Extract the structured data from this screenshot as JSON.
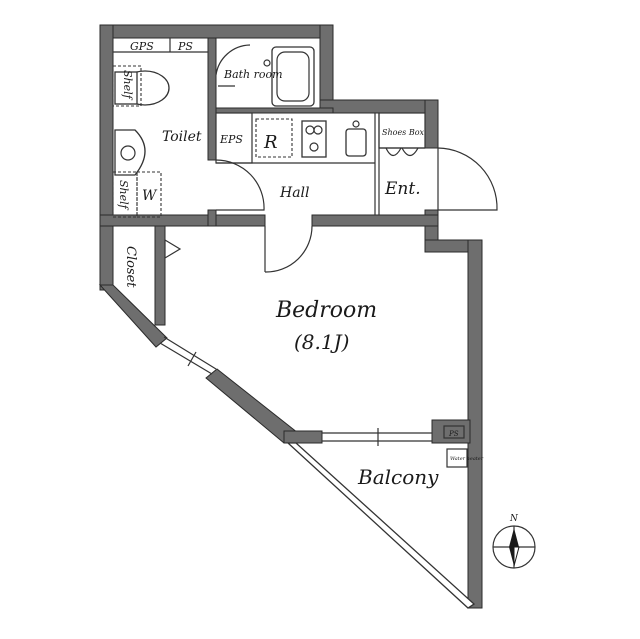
{
  "rooms": {
    "bathroom": "Bath room",
    "toilet": "Toilet",
    "eps": "EPS",
    "refrigerator": "R",
    "shoes_box": "Shoes Box",
    "entrance": "Ent.",
    "hall": "Hall",
    "closet": "Closet",
    "bedroom": "Bedroom",
    "bedroom_size": "(8.1J)",
    "balcony": "Balcony",
    "water_heater": "Water heater",
    "washer": "W",
    "shelf_upper": "Shelf",
    "shelf_lower": "Shelf"
  },
  "labels": {
    "gps": "GPS",
    "ps_top": "PS",
    "ps_balcony": "PS"
  },
  "compass": {
    "north": "N"
  },
  "colors": {
    "wall": "#6e6e6e",
    "line": "#333333",
    "background": "#ffffff"
  }
}
